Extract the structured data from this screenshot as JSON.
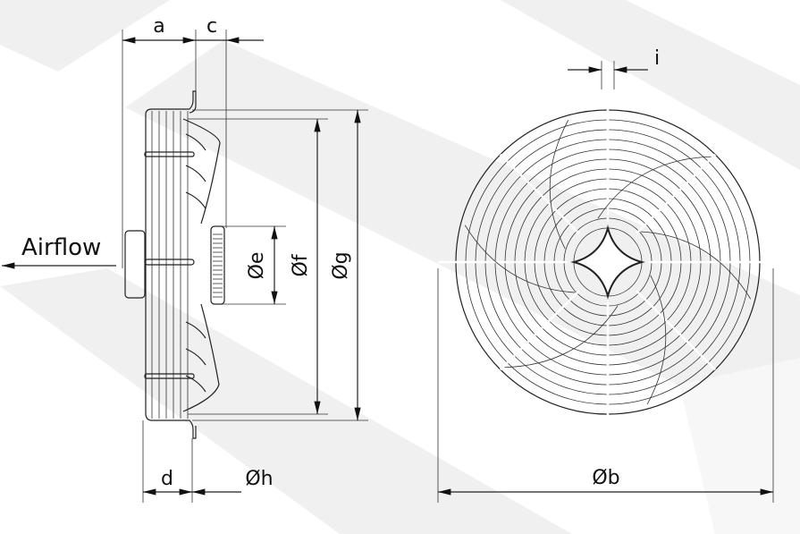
{
  "title": "Axial fan dimension drawing",
  "labels": {
    "a": "a",
    "c": "c",
    "i": "i",
    "airflow": "Airflow",
    "e": "Øe",
    "f": "Øf",
    "g": "Øg",
    "d": "d",
    "h": "Øh",
    "b": "Øb"
  },
  "colors": {
    "line": "#222222",
    "stripe": "#f0f0f0"
  }
}
